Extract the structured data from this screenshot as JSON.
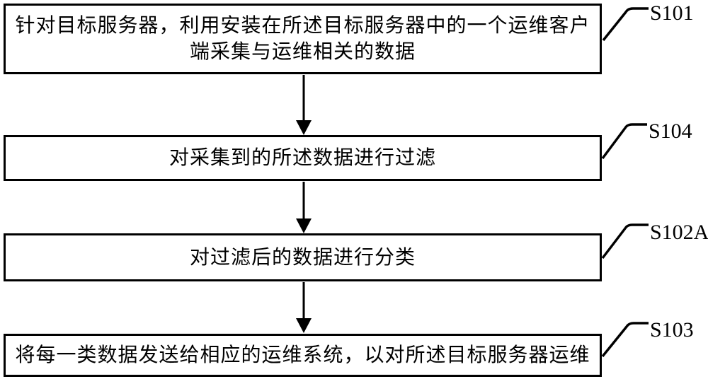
{
  "figure": {
    "background": "#ffffff",
    "line_color": "#000000"
  },
  "steps": [
    {
      "label": "S101",
      "text": "针对目标服务器，利用安装在所述目标服务器中的一个运维客户端采集与运维相关的数据"
    },
    {
      "label": "S104",
      "text": "对采集到的所述数据进行过滤"
    },
    {
      "label": "S102A",
      "text": "对过滤后的数据进行分类"
    },
    {
      "label": "S103",
      "text": "将每一类数据发送给相应的运维系统，以对所述目标服务器运维"
    }
  ]
}
